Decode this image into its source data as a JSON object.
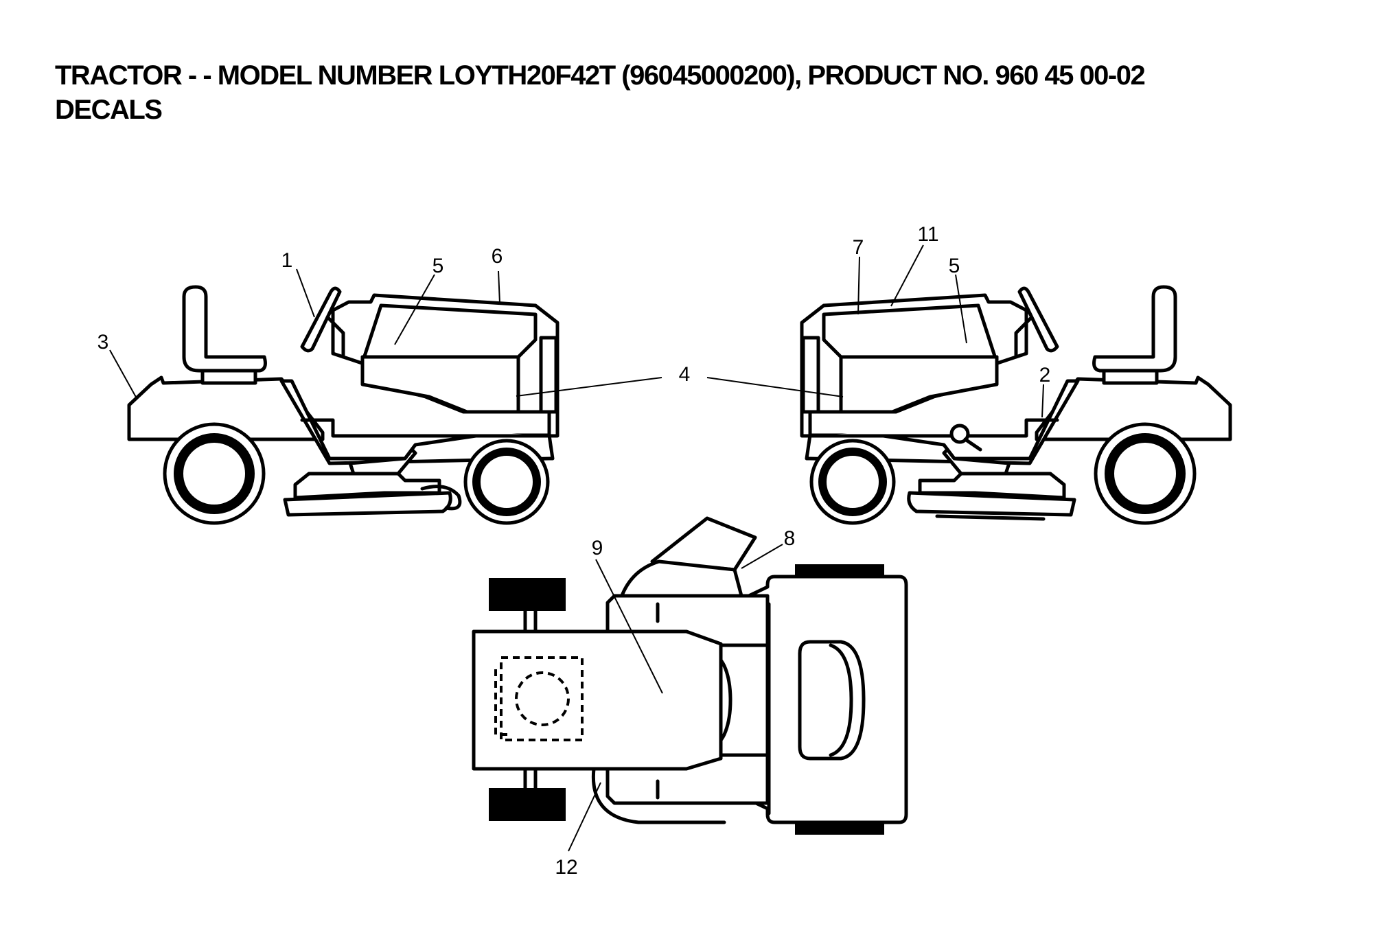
{
  "title": {
    "line1": "TRACTOR - - MODEL NUMBER LOYTH20F42T (96045000200), PRODUCT NO. 960 45 00-02",
    "line2": "DECALS"
  },
  "callouts": {
    "c1": "1",
    "c2": "2",
    "c3": "3",
    "c4": "4",
    "c5a": "5",
    "c5b": "5",
    "c6": "6",
    "c7": "7",
    "c8": "8",
    "c9": "9",
    "c11": "11",
    "c12": "12"
  },
  "colors": {
    "ink": "#000000",
    "paper": "#ffffff"
  }
}
